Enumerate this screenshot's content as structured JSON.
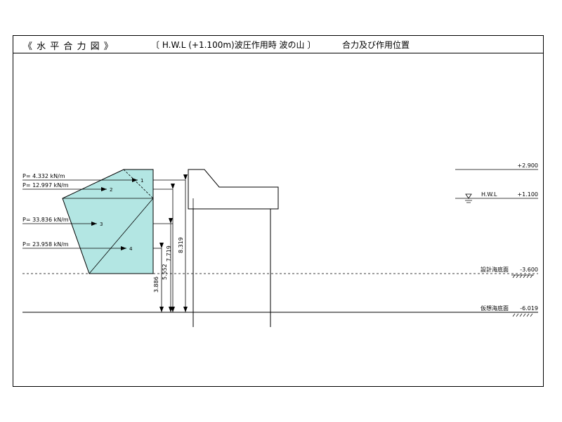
{
  "title": {
    "main": "《 水 平 合 力 図 》",
    "condition": "〔 H.W.L  (+1.100m)波圧作用時  波の山 〕",
    "subject": "合力及び作用位置"
  },
  "forces": [
    {
      "id": "1",
      "label": "P=  4.332 kN/m"
    },
    {
      "id": "2",
      "label": "P= 12.997 kN/m"
    },
    {
      "id": "3",
      "label": "P= 33.836 kN/m"
    },
    {
      "id": "4",
      "label": "P= 23.958 kN/m"
    }
  ],
  "lever_arms": [
    "8.319",
    "7.719",
    "5.552",
    "3.886"
  ],
  "levels": [
    {
      "value": "+2.900",
      "name": ""
    },
    {
      "value": "+1.100",
      "name": "H.W.L"
    },
    {
      "value": "-3.600",
      "name": "設計海底面"
    },
    {
      "value": "-6.019",
      "name": "仮想海底面"
    }
  ],
  "colors": {
    "pressure_fill": "#b3e6e3",
    "line": "#000000"
  }
}
